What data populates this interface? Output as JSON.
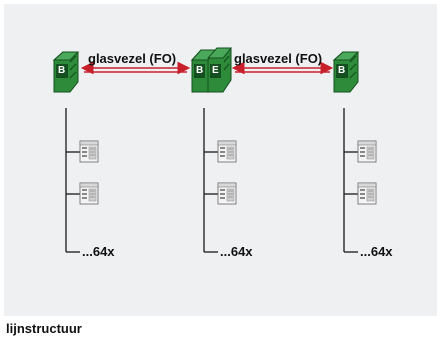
{
  "diagram": {
    "fo_labels": [
      "glasvezel (FO)",
      "glasvezel (FO)"
    ],
    "module_letters": {
      "left": [
        "B"
      ],
      "center": [
        "B",
        "E"
      ],
      "right": [
        "B"
      ]
    },
    "segments": [
      {
        "count_label": "...64x"
      },
      {
        "count_label": "...64x"
      },
      {
        "count_label": "...64x"
      }
    ],
    "caption": "lijnstructuur",
    "colors": {
      "module_green": "#2e8b3a",
      "module_dark": "#14501f",
      "arrow_red": "#c8202a",
      "line": "#1a1a1a",
      "panel_bg": "#eef0f2"
    }
  }
}
